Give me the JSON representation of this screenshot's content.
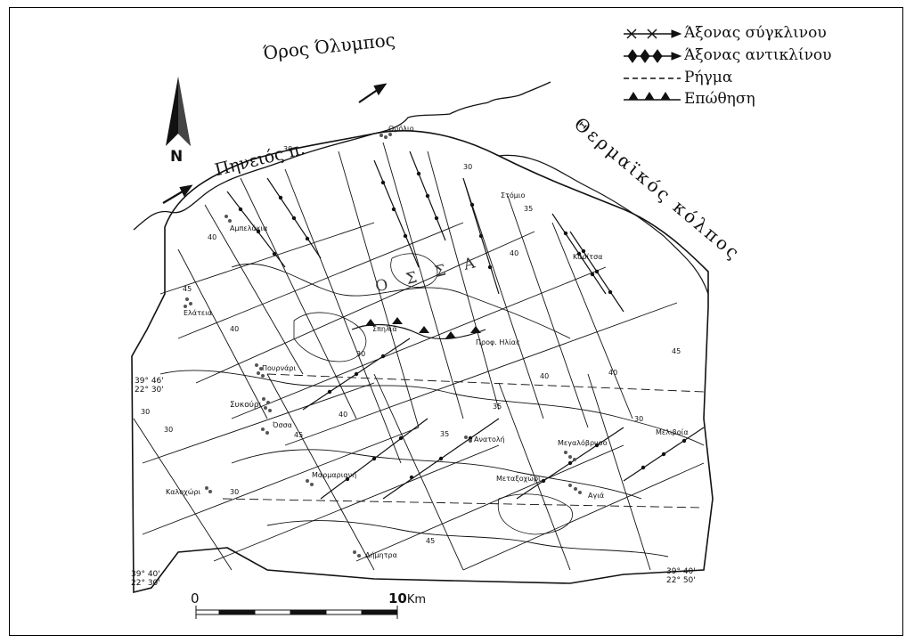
{
  "labels": {
    "olympus": "Όρος Όλυμπος",
    "pineios": "Πηνειός π.",
    "thermaikos": "Θερμαϊκός κόλπος",
    "north": "N",
    "ossa": "Ο Σ Σ Α"
  },
  "legend": [
    {
      "label": "Άξονας σύγκλινου",
      "symbol": "syncline-axis"
    },
    {
      "label": "Άξονας αντικλίνου",
      "symbol": "anticline-axis"
    },
    {
      "label": "Ρήγμα",
      "symbol": "fault"
    },
    {
      "label": "Επώθηση",
      "symbol": "thrust"
    }
  ],
  "places": {
    "omolio": "Ομόλιο",
    "ampelakia": "Αμπελάκια",
    "stomio": "Στόμιο",
    "karitsa": "Καρίτσα",
    "elateia": "Ελάτεια",
    "spilia": "Σπηλιά",
    "profilias": "Προφ. Ηλίας",
    "pournari": "Πουρνάρι",
    "sykouri": "Συκούρι",
    "ossa_village": "Όσσα",
    "anatoli": "Ανατολή",
    "megalovryso": "Μεγαλόβρυσο",
    "melivoia": "Μελιβοία",
    "kalochori": "Καλοχώρι",
    "marmariani": "Μαρμαριανή",
    "metaxochori": "Μεταξοχώρι",
    "agia": "Αγιά",
    "dimitra": "Δήμητρα"
  },
  "coords": {
    "nw_lat": "39° 46'",
    "nw_lon": "22° 30'",
    "sw_lat": "39° 40'",
    "sw_lon": "22° 30'",
    "se_lat": "39° 40'",
    "se_lon": "22° 50'"
  },
  "scale": {
    "start": "0",
    "end": "10",
    "unit": "Km"
  },
  "dips": [
    "30",
    "40",
    "45",
    "40",
    "30",
    "35",
    "40",
    "45",
    "30",
    "40",
    "35",
    "30",
    "45",
    "40",
    "30",
    "35",
    "30",
    "40",
    "45",
    "30"
  ],
  "colors": {
    "ink": "#111111",
    "paper": "#ffffff"
  }
}
